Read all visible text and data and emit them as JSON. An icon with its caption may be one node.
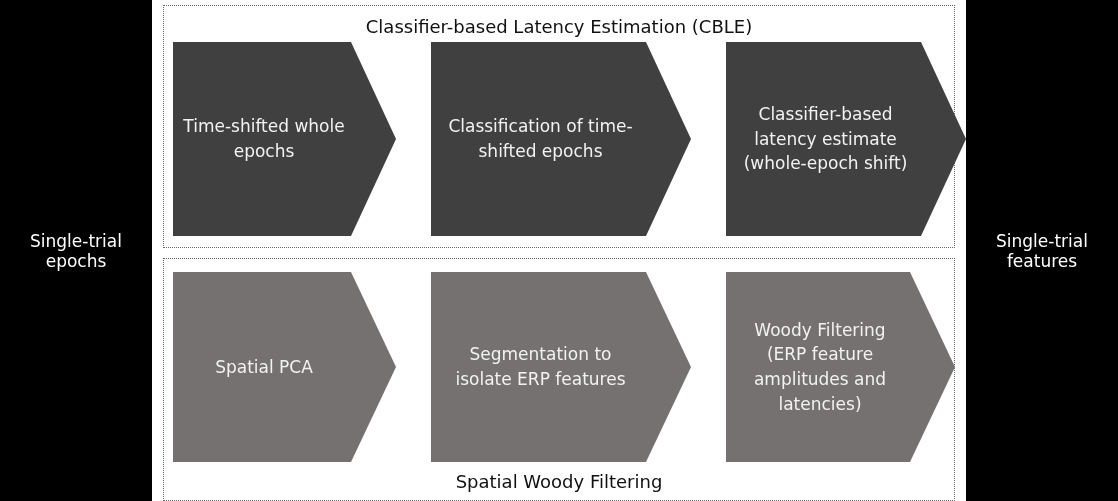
{
  "diagram": {
    "nodes": [
      {
        "text": [
          "Single-trial epochs"
        ]
      },
      {
        "text": [
          "Classifier-based Latency Estimation (CBLE)"
        ]
      },
      {
        "text": [
          "Time-shifted whole epochs"
        ],
        "in": 1
      },
      {
        "text": [
          "Classification of time-shifted epochs"
        ],
        "in": 1
      },
      {
        "text": [
          "Classifier-based latency estimate (whole-epoch shift)"
        ],
        "in": 1
      },
      {
        "text": [
          "Spatial Woody Filtering"
        ]
      },
      {
        "text": [
          "Spatial PCA"
        ],
        "in": 5
      },
      {
        "text": [
          "Segmentation to isolate ERP features"
        ],
        "in": 5
      },
      {
        "text": [
          "Woody Filtering (ERP feature amplitudes and latencies)"
        ],
        "in": 5
      },
      {
        "text": [
          "Single-trial features"
        ]
      }
    ]
  }
}
